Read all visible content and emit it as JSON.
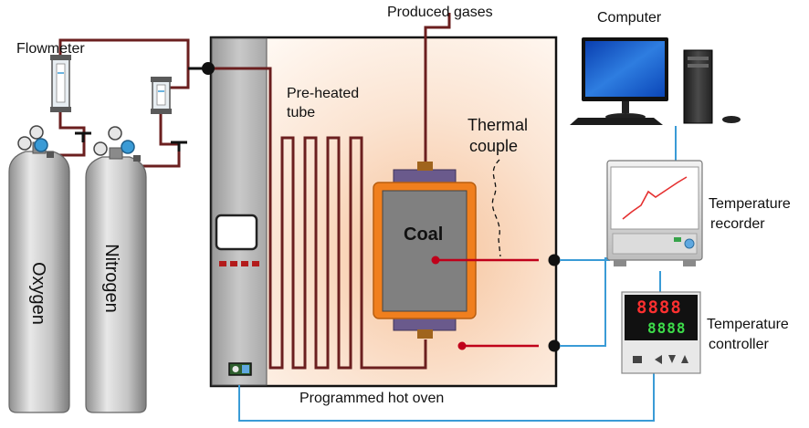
{
  "labels": {
    "flowmeter": "Flowmeter",
    "produced_gases": "Produced gases",
    "computer": "Computer",
    "preheated_tube_line1": "Pre-heated",
    "preheated_tube_line2": "tube",
    "thermal_couple_line1": "Thermal",
    "thermal_couple_line2": "couple",
    "coal": "Coal",
    "temperature_recorder_line1": "Temperature",
    "temperature_recorder_line2": "recorder",
    "temperature_controller_line1": "Temperature",
    "temperature_controller_line2": "controller",
    "programmed_hot_oven": "Programmed hot oven",
    "cylinder_oxygen": "Oxygen",
    "cylinder_nitrogen": "Nitrogen"
  },
  "controller_display": {
    "top_value": "8888",
    "bottom_value": "8888"
  },
  "colors": {
    "gas_line": "#6b1f1f",
    "signal_line": "#3a9bd6",
    "thermocouple_wire": "#c0001a",
    "oven_gradient_inner": "#f7c9a5",
    "reactor_frame": "#f07f1e",
    "coal": "#808080",
    "cylinder": "#c8c8c8"
  }
}
